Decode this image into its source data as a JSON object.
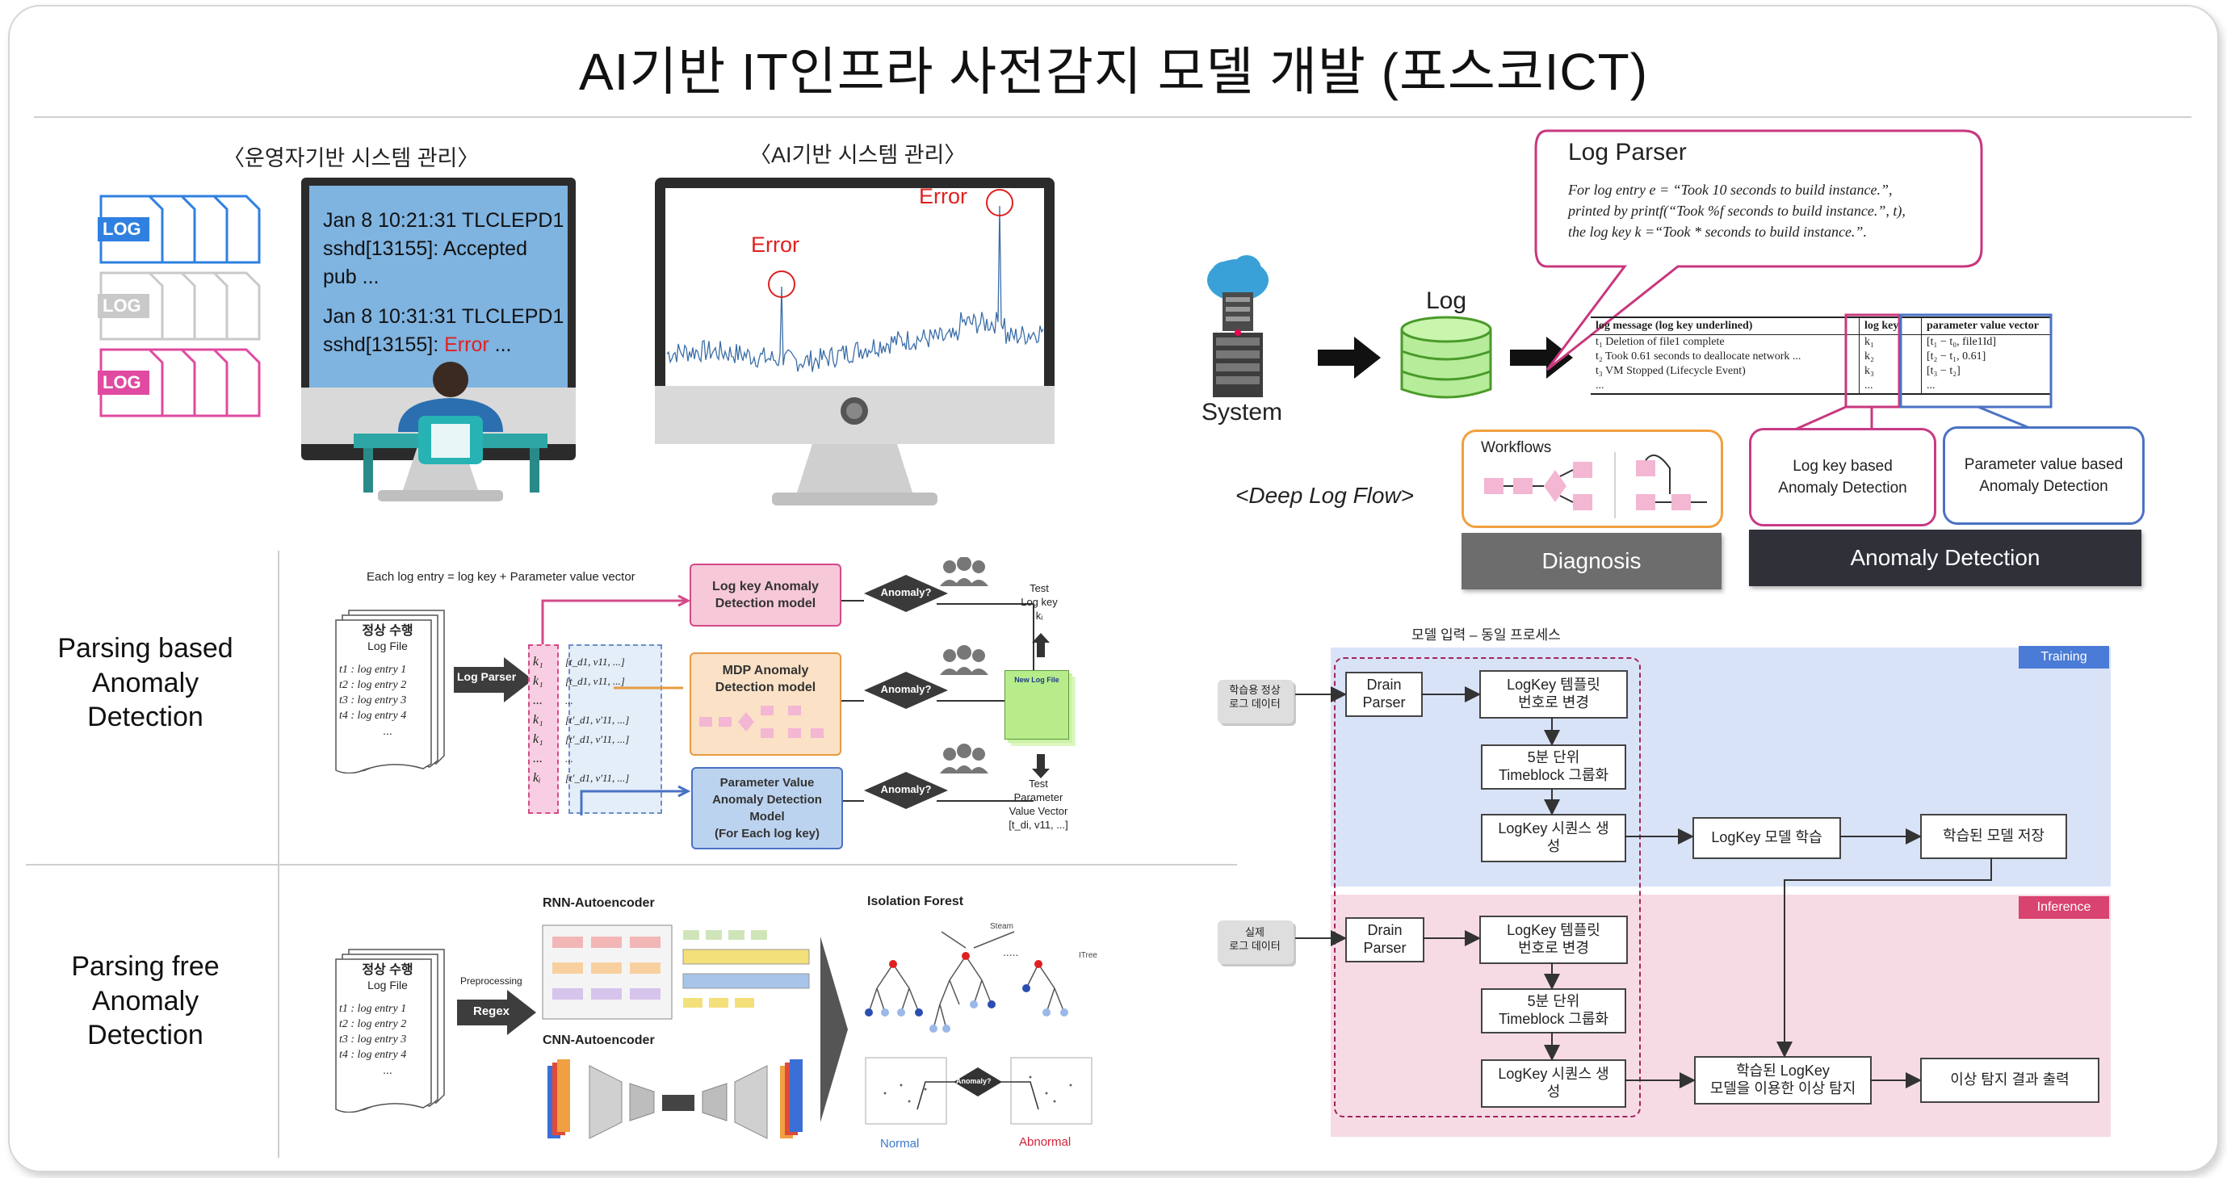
{
  "title": "AI기반 IT인프라 사전감지 모델 개발 (포스코ICT)",
  "top_left": {
    "operator_caption": "〈운영자기반 시스템 관리〉",
    "ai_caption": "〈AI기반 시스템 관리〉",
    "log_icon_text": "LOG",
    "log_icon_small": "G",
    "monitor_lines": [
      "Jan 8 10:21:31 TLCLEPD1",
      "sshd[13155]: Accepted",
      "pub ...",
      "Jan 8 10:31:31 TLCLEPD1",
      "sshd[13155]: "
    ],
    "monitor_error": "Error",
    "monitor_ellipsis": " ...",
    "chart_error_1": "Error",
    "chart_error_2": "Error"
  },
  "deeplog": {
    "system_label": "System",
    "log_label": "Log",
    "parser_title": "Log Parser",
    "parser_lines": [
      "For log entry e = “Took 10 seconds to build instance.”,",
      "printed by printf(“Took %f seconds to build instance.”, t),",
      "the log key k =“Took * seconds to build instance.”."
    ],
    "table_headers": [
      "log message (log key underlined)",
      "log key",
      "parameter value vector"
    ],
    "table_rows": [
      [
        "t₁ Deletion of file1 complete",
        "k₁",
        "[t₁ − t₀, file1Id]"
      ],
      [
        "t₂ Took 0.61 seconds to deallocate network ...",
        "k₂",
        "[t₂ − t₁, 0.61]"
      ],
      [
        "t₃ VM Stopped (Lifecycle Event)",
        "k₃",
        "[t₃ − t₂]"
      ],
      [
        "...",
        "...",
        "..."
      ]
    ],
    "flow_caption": "<Deep Log Flow>",
    "workflows_label": "Workflows",
    "logkey_anomaly": "Log key based\nAnomaly Detection",
    "param_anomaly": "Parameter value based\nAnomaly Detection",
    "diagnosis_label": "Diagnosis",
    "anomaly_label": "Anomaly Detection",
    "colors": {
      "diagnosis": "#6d6d6d",
      "anomaly": "#2f3038",
      "workflow_border": "#f0a040",
      "param_border": "#4a72c4",
      "logkey_border": "#c83a86"
    }
  },
  "parsing_based": {
    "side_label": [
      "Parsing based",
      "Anomaly",
      "Detection"
    ],
    "header": "Each log entry = log key + Parameter value vector",
    "doc_title": [
      "정상 수행",
      "Log File"
    ],
    "doc_lines": [
      "t1 : log entry 1",
      "t2 : log entry 2",
      "t3 : log entry 3",
      "t4 : log entry 4",
      "..."
    ],
    "log_parser_arrow": "Log Parser",
    "keys": [
      "k₁",
      "k₁",
      "...",
      "k₁",
      "k₁",
      "...",
      "kᵢ"
    ],
    "vectors": [
      "[t_d1, v11, ...]",
      "[t_d1, v11, ...]",
      "...",
      "[t'_d1, v'11, ...]",
      "[t'_d1, v'11, ...]",
      "...",
      "[t'_d1, v'11, ...]",
      "..."
    ],
    "model1": "Log key Anomaly\nDetection model",
    "model2": "MDP Anomaly\nDetection model",
    "model3": "Parameter Value\nAnomaly Detection\nModel\n(For Each log key)",
    "anomaly_q": "Anomaly?",
    "test_logkey": "Test\nLog key\nkᵢ",
    "new_log_file": "New Log File",
    "test_param": "Test\nParameter\nValue Vector\n[t_di, v11, ...]",
    "colors": {
      "model1": "#f6c8d8",
      "model2": "#fbe1c6",
      "model3": "#bcd3ef",
      "keycol": "#f8cfe2",
      "veccol": "#e4eef9"
    }
  },
  "parsing_free": {
    "side_label": [
      "Parsing free",
      "Anomaly",
      "Detection"
    ],
    "doc_title": [
      "정상 수행",
      "Log File"
    ],
    "doc_lines": [
      "t1 : log entry 1",
      "t2 : log entry 2",
      "t3 : log entry 3",
      "t4 : log entry 4",
      "..."
    ],
    "preprocessing": "Preprocessing",
    "regex": "Regex",
    "rnn_title": "RNN-Autoencoder",
    "cnn_title": "CNN-Autoencoder",
    "iforest_title": "Isolation Forest",
    "anomaly_q": "Anomaly?",
    "normal": "Normal",
    "abnormal": "Abnormal"
  },
  "pipeline": {
    "caption": "모델 입력 – 동일 프로세스",
    "training_tag": "Training",
    "inference_tag": "Inference",
    "train_input": "학습용 정상\n로그 데이터",
    "infer_input": "실제\n로그 데이터",
    "drain": "Drain\nParser",
    "template": "LogKey 템플릿\n번호로 변경",
    "timeblock": "5분 단위\nTimeblock 그룹화",
    "sequence": "LogKey 시퀀스 생\n성",
    "train_model": "LogKey 모델 학습",
    "save_model": "학습된 모델 저장",
    "detect": "학습된 LogKey\n모델을 이용한 이상 탐지",
    "output": "이상 탐지 결과 출력",
    "colors": {
      "training_bg": "#d9e3f8",
      "inference_bg": "#f6dbe5",
      "training_tag": "#4a7bd6",
      "inference_tag": "#d9436f",
      "dashed": "#a3245e"
    }
  }
}
